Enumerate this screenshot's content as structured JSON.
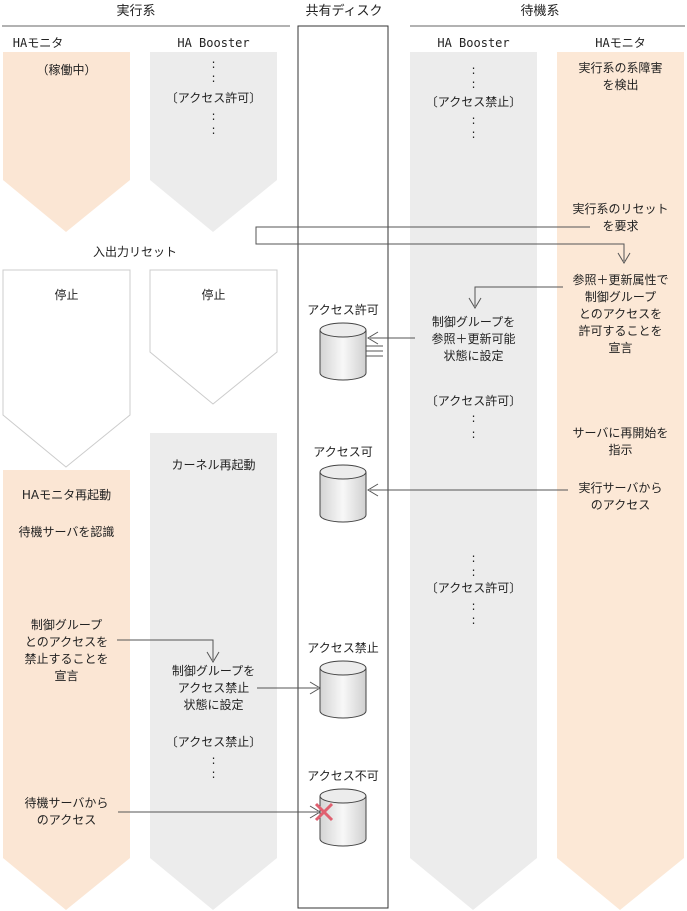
{
  "headers": {
    "active": "実行系",
    "shared": "共有ディスク",
    "standby": "待機系"
  },
  "columns": {
    "ha_monitor_active": "HAモニタ",
    "ha_booster_active": "HA Booster",
    "ha_booster_standby": "HA Booster",
    "ha_monitor_standby": "HAモニタ"
  },
  "active_monitor": {
    "running": "（稼働中）",
    "stop": "停止",
    "restart": "HAモニタ再起動",
    "recognize": "待機サーバを認識",
    "declare": [
      "制御グループ",
      "とのアクセスを",
      "禁止することを",
      "宣言"
    ],
    "access": [
      "待機サーバから",
      "のアクセス"
    ]
  },
  "active_booster": {
    "dots": ":",
    "allowed": "〔アクセス許可〕",
    "stop": "停止",
    "kernel": "カーネル再起動",
    "set_forbidden": [
      "制御グループを",
      "アクセス禁止",
      "状態に設定"
    ],
    "forbidden": "〔アクセス禁止〕"
  },
  "reset_label": "入出力リセット",
  "disk": {
    "allowed": "アクセス許可",
    "possible": "アクセス可",
    "forbidden": "アクセス禁止",
    "impossible": "アクセス不可"
  },
  "standby_booster": {
    "dots": ":",
    "forbidden": "〔アクセス禁止〕",
    "set_ref": [
      "制御グループを",
      "参照＋更新可能",
      "状態に設定"
    ],
    "allowed1": "〔アクセス許可〕",
    "allowed2": "〔アクセス許可〕"
  },
  "standby_monitor": {
    "detect": [
      "実行系の系障害",
      "を検出"
    ],
    "reset_req": [
      "実行系のリセット",
      "を要求"
    ],
    "declare": [
      "参照＋更新属性で",
      "制御グループ",
      "とのアクセスを",
      "許可することを",
      "宣言"
    ],
    "restart": [
      "サーバに再開始を",
      "指示"
    ],
    "access": [
      "実行サーバから",
      "のアクセス"
    ]
  },
  "colors": {
    "active_monitor_fill": "#fbe6d4",
    "booster_fill": "#ececec",
    "standby_monitor_fill": "#fce8d6",
    "line": "#555555",
    "cross": "#e06070"
  }
}
